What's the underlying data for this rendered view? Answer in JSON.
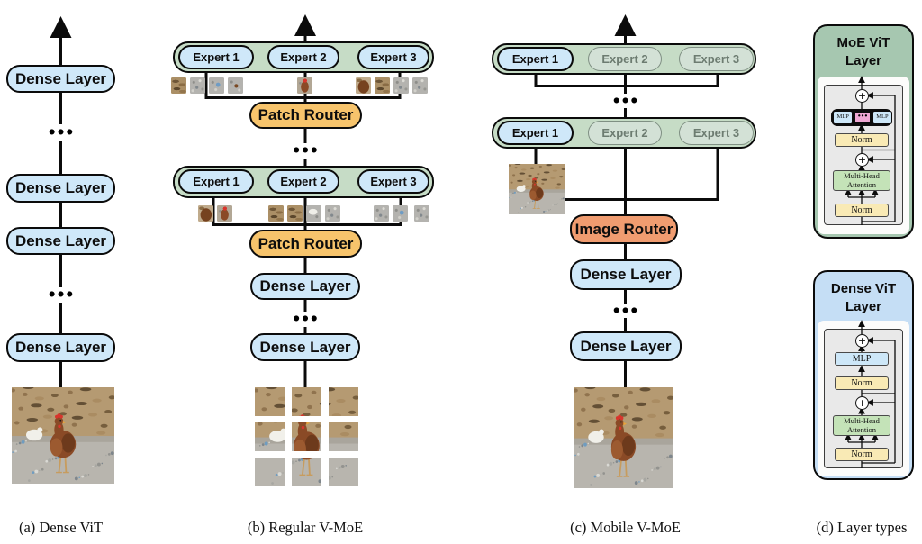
{
  "a": {
    "caption": "(a) Dense ViT",
    "dense_label": "Dense Layer",
    "dots": "•••"
  },
  "b": {
    "caption": "(b) Regular V-MoE",
    "experts": [
      "Expert 1",
      "Expert 2",
      "Expert 3"
    ],
    "router_label": "Patch Router",
    "dense_label": "Dense Layer",
    "dots": "•••",
    "patch_rows": [
      {
        "groups": [
          [
            "wood",
            "gravel",
            "gravel-blue",
            "gravel-brown"
          ],
          [
            "chicken"
          ],
          [
            "brown",
            "wood",
            "gravel",
            "gravel"
          ]
        ]
      },
      {
        "groups": [
          [
            "brown",
            "chicken"
          ],
          [
            "wood",
            "wood",
            "gravel-white",
            "gravel"
          ],
          [
            "gravel",
            "gravel-blue",
            "gravel"
          ]
        ]
      }
    ]
  },
  "c": {
    "caption": "(c) Mobile V-MoE",
    "experts": [
      "Expert 1",
      "Expert 2",
      "Expert 3"
    ],
    "router_label": "Image Router",
    "dense_label": "Dense Layer",
    "dots": "•••"
  },
  "d": {
    "caption": "(d) Layer types",
    "moe_title_line1": "MoE ViT",
    "moe_title_line2": "Layer",
    "dense_title_line1": "Dense ViT",
    "dense_title_line2": "Layer",
    "mlp": "MLP",
    "norm": "Norm",
    "mha_line1": "Multi-Head",
    "mha_line2": "Attention",
    "plus": "+",
    "moe_dots": "•••"
  },
  "colors": {
    "box_blue": "#cfe8f9",
    "expert_container_green": "#c6dcc6",
    "faded_expert_green": "#d3e1d6",
    "patch_router_amber": "#f7c46c",
    "image_router_coral": "#f09c70",
    "moe_layer_green": "#a6c7b0",
    "dense_layer_panel_blue": "#c5def5",
    "norm_yellow": "#f9eab5",
    "attention_green": "#c4e3b8",
    "mlp_blue": "#cde7f8",
    "moe_pink": "#f0a8d4",
    "line_black": "#0b0b0b"
  }
}
